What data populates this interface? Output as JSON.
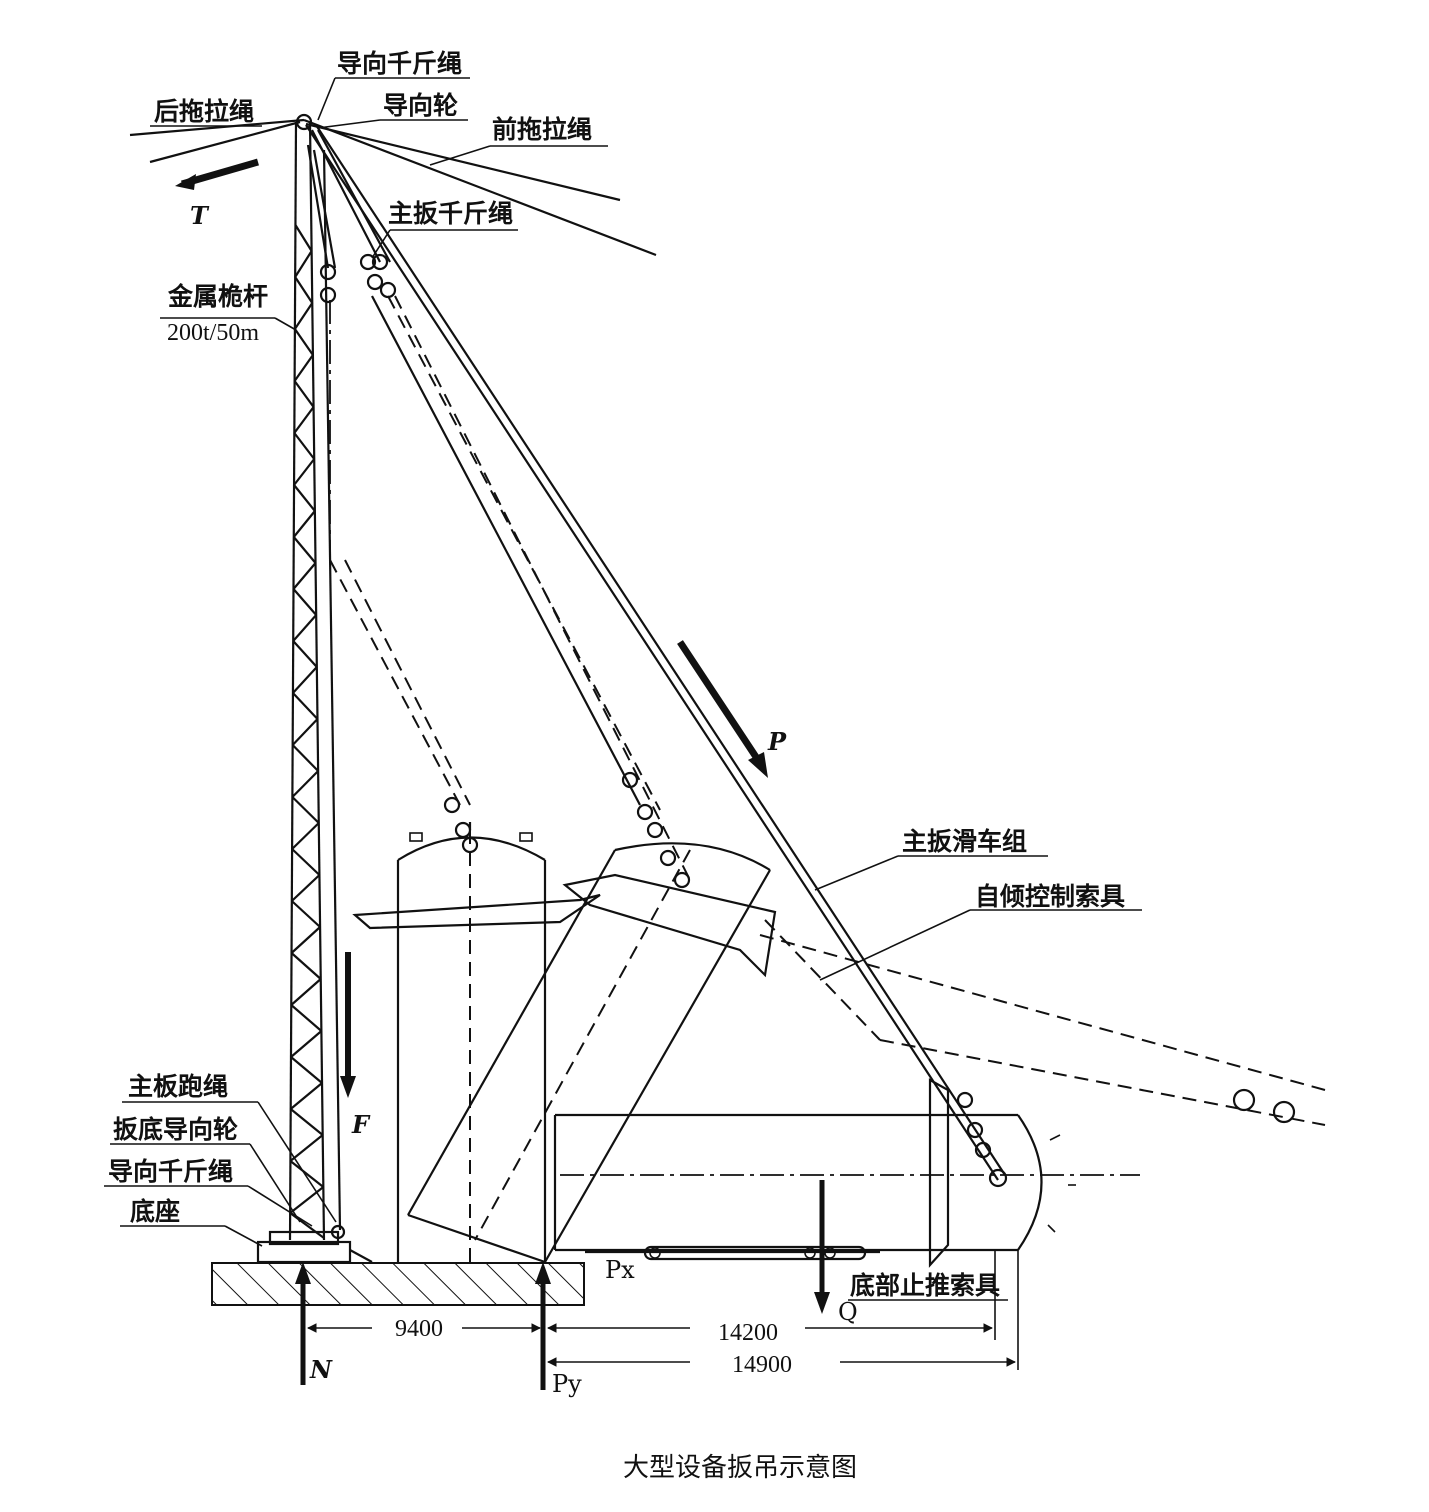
{
  "caption": "大型设备扳吊示意图",
  "labels": {
    "guide_jack_rope_top": "导向千斤绳",
    "rear_guy_rope": "后拖拉绳",
    "guide_wheel": "导向轮",
    "front_guy_rope": "前拖拉绳",
    "main_lift_jack_rope": "主扳千斤绳",
    "metal_mast": "金属桅杆",
    "mast_spec": "200t/50m",
    "main_pulley_block": "主扳滑车组",
    "tilt_control_rigging": "自倾控制索具",
    "main_run_rope": "主板跑绳",
    "bottom_guide_wheel": "扳底导向轮",
    "guide_jack_rope_bottom": "导向千斤绳",
    "base": "底座",
    "bottom_stop_rigging": "底部止推索具"
  },
  "forces": {
    "T": "T",
    "P": "P",
    "F": "F",
    "N": "N",
    "Py": "Py",
    "Px": "Px",
    "Q": "Q"
  },
  "dimensions": {
    "d1": "9400",
    "d2": "14200",
    "d3": "14900"
  }
}
